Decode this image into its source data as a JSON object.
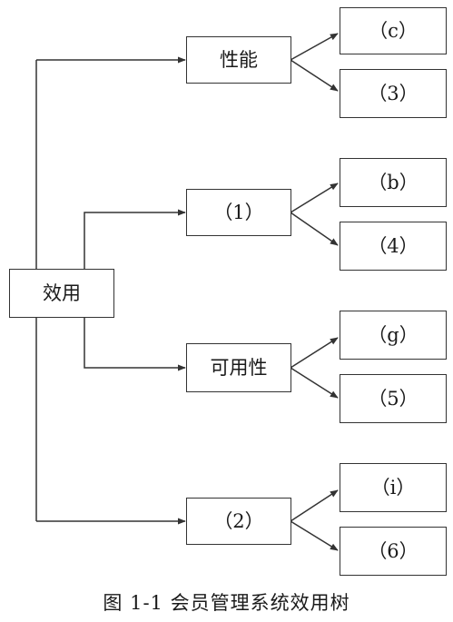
{
  "root": {
    "label": "效用"
  },
  "level1": [
    {
      "id": "perf",
      "label": "性能"
    },
    {
      "id": "n1",
      "label": "（1）"
    },
    {
      "id": "avail",
      "label": "可用性"
    },
    {
      "id": "n2",
      "label": "（2）"
    }
  ],
  "leaves": [
    {
      "label": "（c）"
    },
    {
      "label": "（3）"
    },
    {
      "label": "（b）"
    },
    {
      "label": "（4）"
    },
    {
      "label": "（g）"
    },
    {
      "label": "（5）"
    },
    {
      "label": "（i）"
    },
    {
      "label": "（6）"
    }
  ],
  "caption": "图 1-1    会员管理系统效用树"
}
